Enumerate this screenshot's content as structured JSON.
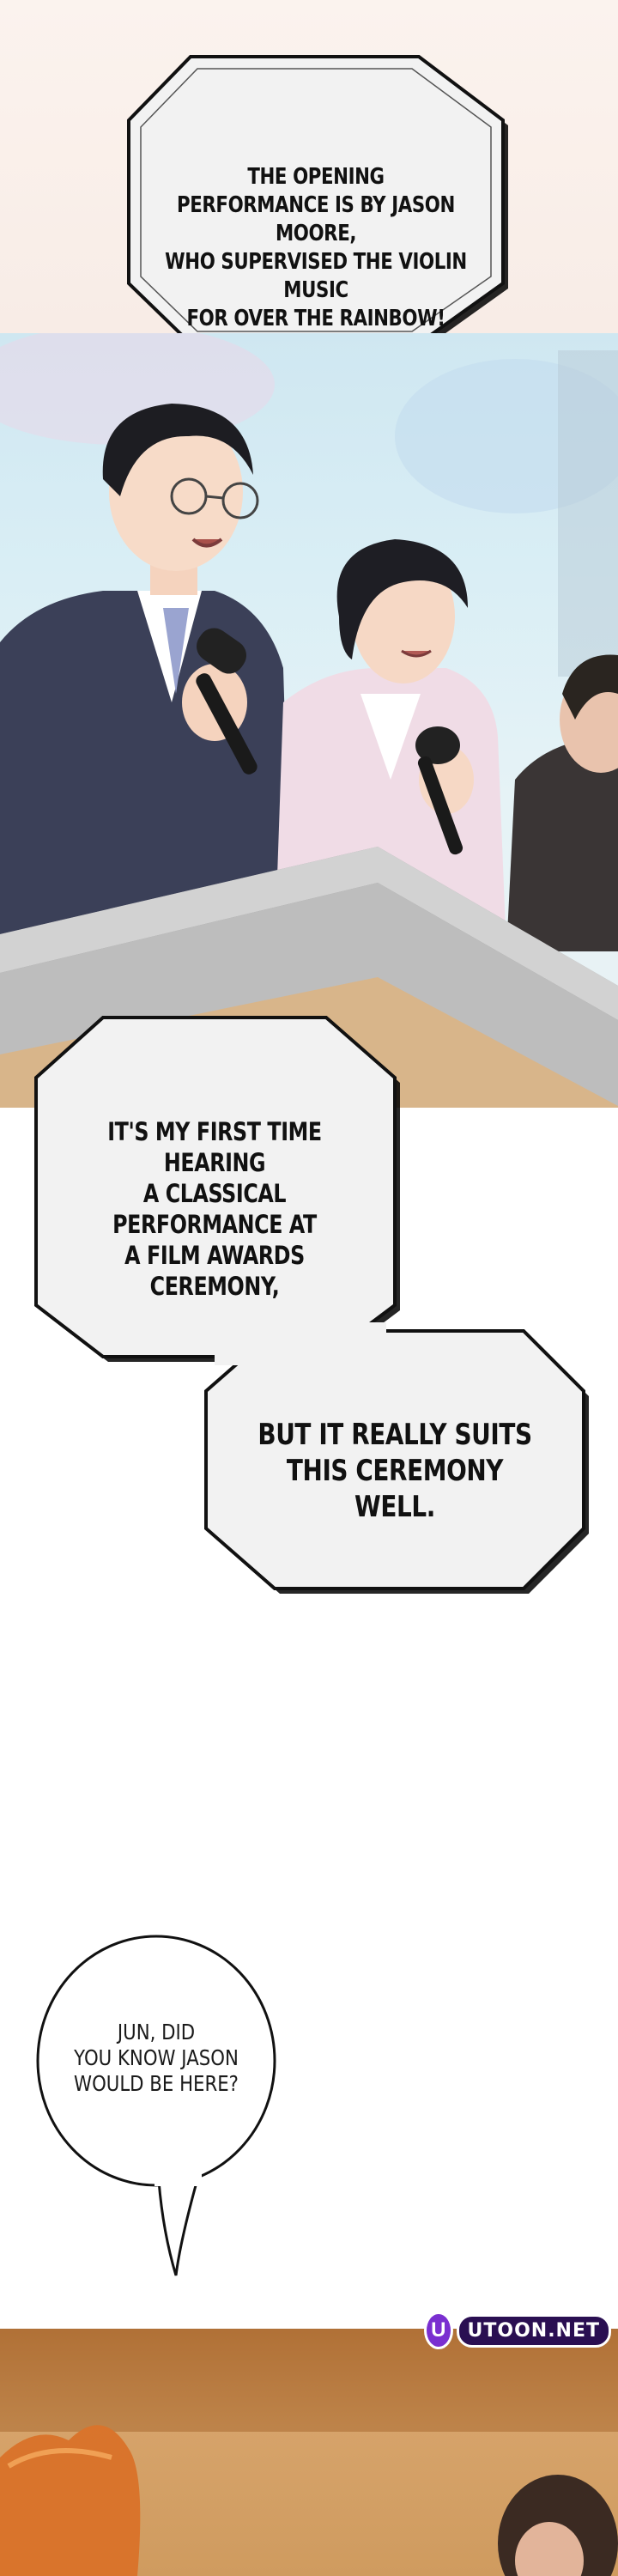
{
  "bubbles": {
    "b1": [
      "THE OPENING",
      "PERFORMANCE IS BY JASON MOORE,",
      "WHO SUPERVISED THE VIOLIN MUSIC",
      "FOR OVER THE RAINBOW!"
    ],
    "b2": [
      "IT'S MY FIRST TIME HEARING",
      "A CLASSICAL PERFORMANCE AT",
      "A FILM AWARDS CEREMONY,"
    ],
    "b3": [
      "BUT IT REALLY SUITS",
      "THIS CEREMONY WELL."
    ],
    "b4": [
      "JUN, DID",
      "YOU KNOW JASON",
      "WOULD BE HERE?"
    ]
  },
  "watermark": {
    "icon": "U",
    "text": "UTOON.NET"
  },
  "colors": {
    "suit_dark": "#3a3f55",
    "podium": "#c9c9c9",
    "wood": "#d8b58a"
  }
}
